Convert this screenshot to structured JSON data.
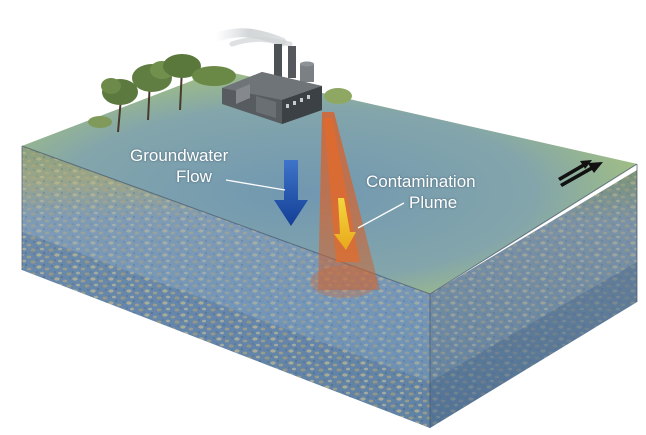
{
  "labels": {
    "groundwater_line1": "Groundwater",
    "groundwater_line2": "Flow",
    "plume_line1": "Contamination",
    "plume_line2": "Plume"
  },
  "icons": {
    "north_arrow": "double-arrow-icon",
    "factory": "factory-icon"
  },
  "colors": {
    "surface": "#a4c17e",
    "water": "#5f87b0",
    "plume": "#d8632a",
    "flow_arrow": "#1f58b8",
    "gravel": "#b9a97a"
  }
}
